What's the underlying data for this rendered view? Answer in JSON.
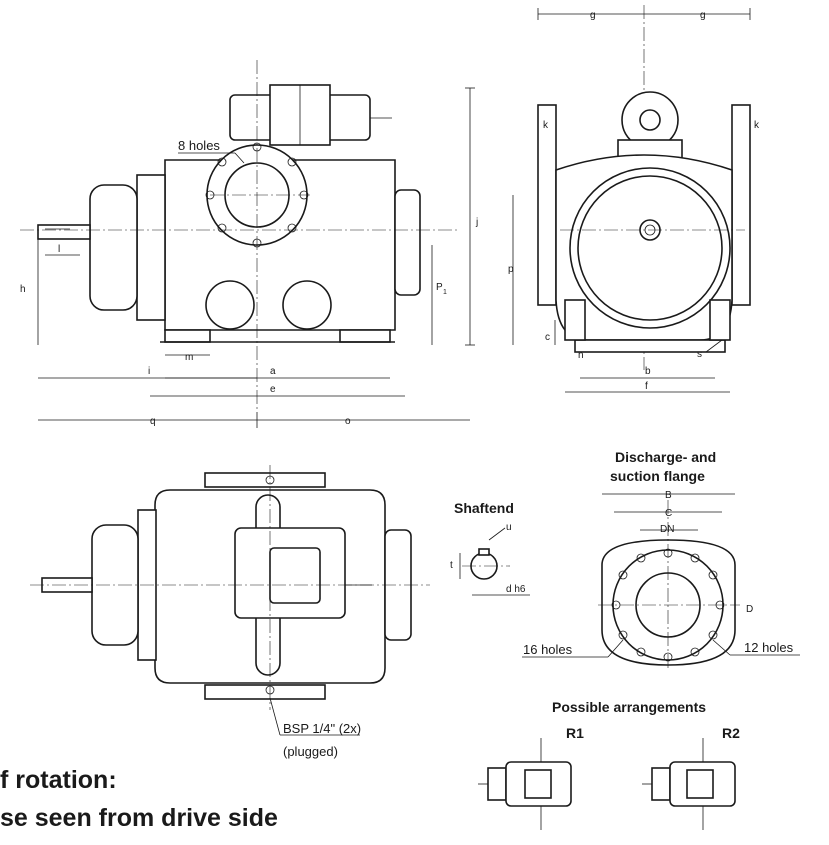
{
  "labels": {
    "holes_8": "8 holes",
    "shaftend": "Shaftend",
    "flange_title_1": "Discharge- and",
    "flange_title_2": "suction flange",
    "holes_16": "16 holes",
    "holes_12": "12 holes",
    "bsp": "BSP 1/4\" (2x)",
    "plugged": "(plugged)",
    "possible_arrangements": "Possible arrangements",
    "r1": "R1",
    "r2": "R2",
    "rotation_1": "f rotation:",
    "rotation_2": "se seen from drive side"
  },
  "dimensions": {
    "g": "g",
    "k": "k",
    "j": "j",
    "h": "h",
    "l": "l",
    "p1": "P",
    "p1_sub": "1",
    "p": "p",
    "c": "c",
    "n": "n",
    "s": "s",
    "m": "m",
    "i": "i",
    "a": "a",
    "e": "e",
    "b": "b",
    "f": "f",
    "q": "q",
    "o": "o",
    "B": "B",
    "C": "C",
    "DN": "DN",
    "D": "D",
    "u": "u",
    "t": "t",
    "dh6": "d  h6"
  }
}
